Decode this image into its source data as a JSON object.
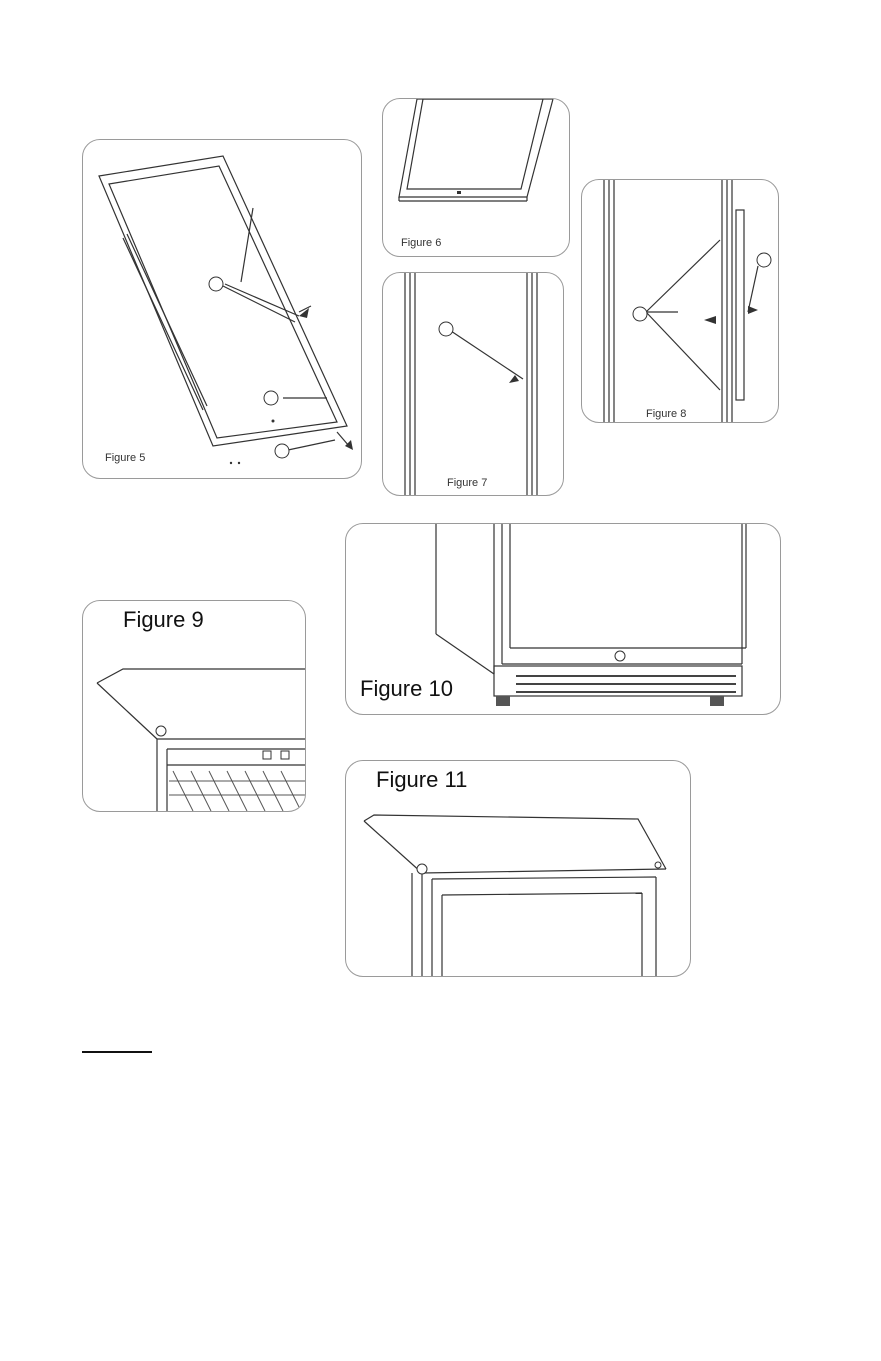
{
  "figures": {
    "fig5": {
      "label": "Figure 5"
    },
    "fig6": {
      "label": "Figure 6"
    },
    "fig7": {
      "label": "Figure 7"
    },
    "fig8": {
      "label": "Figure 8"
    },
    "fig9": {
      "label": "Figure 9"
    },
    "fig10": {
      "label": "Figure 10"
    },
    "fig11": {
      "label": "Figure 11"
    }
  }
}
